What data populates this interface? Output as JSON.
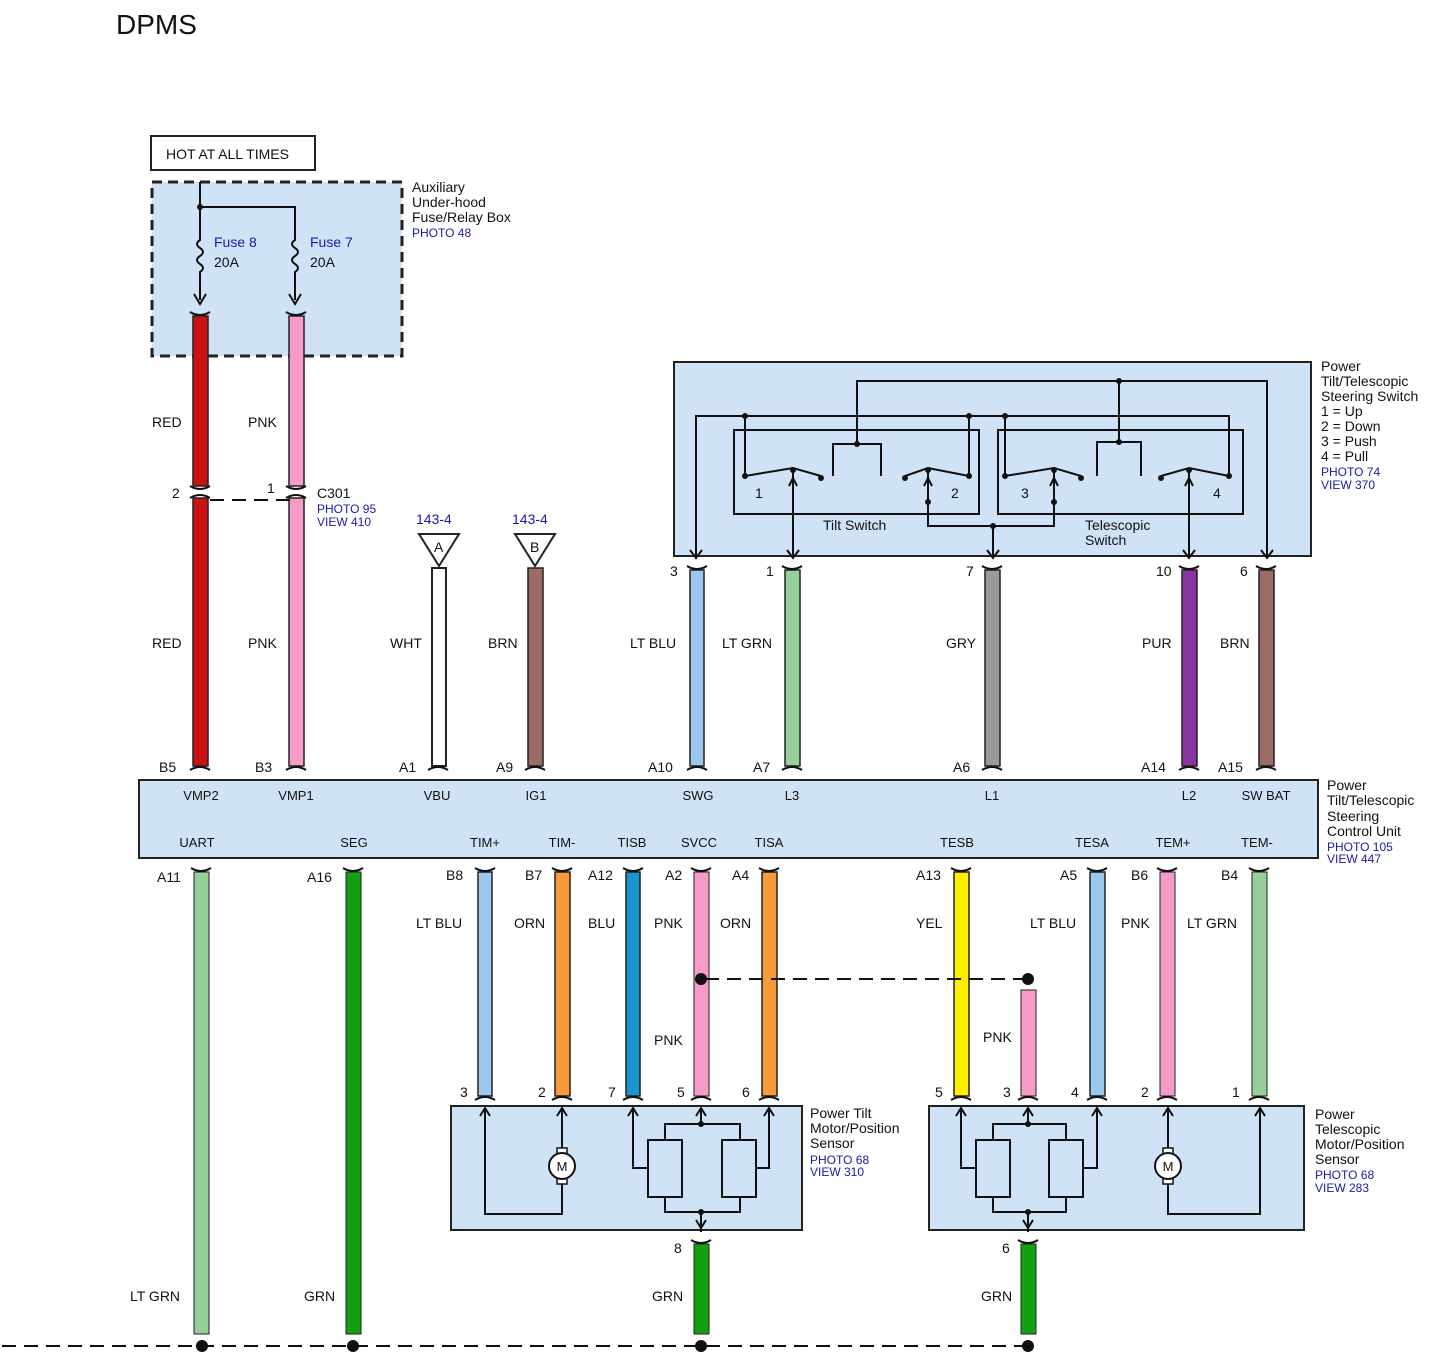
{
  "title": "DPMS",
  "hot_label": "HOT AT ALL TIMES",
  "fuse_box": {
    "lines": [
      "Auxiliary",
      "Under-hood",
      "Fuse/Relay Box"
    ],
    "photo": "PHOTO 48",
    "fuses": [
      {
        "name": "Fuse 8",
        "rating": "20A"
      },
      {
        "name": "Fuse 7",
        "rating": "20A"
      }
    ]
  },
  "connector_c301": {
    "name": "C301",
    "photo": "PHOTO 95",
    "view": "VIEW 410",
    "pins": [
      "2",
      "1"
    ]
  },
  "grounds": [
    {
      "ref": "143-4",
      "letter": "A"
    },
    {
      "ref": "143-4",
      "letter": "B"
    }
  ],
  "steering_switch": {
    "lines": [
      "Power",
      "Tilt/Telescopic",
      "Steering Switch",
      "1 = Up",
      "2 = Down",
      "3 = Push",
      "4 = Pull"
    ],
    "photo": "PHOTO 74",
    "view": "VIEW 370",
    "tilt_label": "Tilt Switch",
    "tele_label_1": "Telescopic",
    "tele_label_2": "Switch",
    "positions": [
      "1",
      "2",
      "3",
      "4"
    ]
  },
  "control_unit": {
    "lines": [
      "Power",
      "Tilt/Telescopic",
      "Steering",
      "Control Unit"
    ],
    "photo": "PHOTO 105",
    "view": "VIEW 447",
    "top_terminals": [
      "VMP2",
      "VMP1",
      "VBU",
      "IG1",
      "SWG",
      "L3",
      "L1",
      "L2",
      "SW BAT"
    ],
    "bottom_terminals": [
      "UART",
      "SEG",
      "TIM+",
      "TIM-",
      "TISB",
      "SVCC",
      "TISA",
      "TESB",
      "TESA",
      "TEM+",
      "TEM-"
    ]
  },
  "top_wires": [
    {
      "color_label": "RED",
      "cu_pin": "B5",
      "color": "#cc1111"
    },
    {
      "color_label": "PNK",
      "cu_pin": "B3",
      "color": "#f79cc8"
    },
    {
      "color_label": "WHT",
      "cu_pin": "A1",
      "color": "#ffffff"
    },
    {
      "color_label": "BRN",
      "cu_pin": "A9",
      "color": "#9b6b66"
    },
    {
      "color_label": "LT BLU",
      "cu_pin": "A10",
      "sw_pin": "3",
      "color": "#9cc8ee"
    },
    {
      "color_label": "LT GRN",
      "cu_pin": "A7",
      "sw_pin": "1",
      "color": "#97cf98"
    },
    {
      "color_label": "GRY",
      "cu_pin": "A6",
      "sw_pin": "7",
      "color": "#999999"
    },
    {
      "color_label": "PUR",
      "cu_pin": "A14",
      "sw_pin": "10",
      "color": "#8a32a0"
    },
    {
      "color_label": "BRN",
      "cu_pin": "A15",
      "sw_pin": "6",
      "color": "#9b6b66"
    }
  ],
  "red_upper_label": "RED",
  "pnk_upper_label": "PNK",
  "bottom_wires": [
    {
      "color_label": "LT GRN",
      "cu_pin": "A11",
      "color": "#97cf98"
    },
    {
      "color_label": "GRN",
      "cu_pin": "A16",
      "color": "#13a013"
    },
    {
      "color_label": "LT BLU",
      "cu_pin": "B8",
      "sensor_pin": "3",
      "color": "#9cc8ee"
    },
    {
      "color_label": "ORN",
      "cu_pin": "B7",
      "sensor_pin": "2",
      "color": "#f79a3a"
    },
    {
      "color_label": "BLU",
      "cu_pin": "A12",
      "sensor_pin": "7",
      "color": "#1a96cf"
    },
    {
      "color_label": "PNK",
      "cu_pin": "A2",
      "sensor_pin": "5",
      "color": "#f79cc8"
    },
    {
      "color_label": "ORN",
      "cu_pin": "A4",
      "sensor_pin": "6",
      "color": "#f79a3a"
    },
    {
      "color_label": "YEL",
      "cu_pin": "A13",
      "sensor_pin": "5",
      "color": "#ffee00"
    },
    {
      "color_label": "LT BLU",
      "cu_pin": "A5",
      "sensor_pin": "4",
      "color": "#9cc8ee"
    },
    {
      "color_label": "PNK",
      "cu_pin": "B6",
      "sensor_pin": "2",
      "color": "#f79cc8"
    },
    {
      "color_label": "LT GRN",
      "cu_pin": "B4",
      "sensor_pin": "1",
      "color": "#97cf98"
    }
  ],
  "splice_labels": {
    "tilt_pnk": "PNK",
    "tele_pnk": "PNK",
    "tele_pnk_pin": "3"
  },
  "tilt_sensor": {
    "lines": [
      "Power Tilt",
      "Motor/Position",
      "Sensor"
    ],
    "photo": "PHOTO 68",
    "view": "VIEW 310",
    "ground_pin": "8",
    "ground_label": "GRN"
  },
  "tele_sensor": {
    "lines": [
      "Power",
      "Telescopic",
      "Motor/Position",
      "Sensor"
    ],
    "photo": "PHOTO 68",
    "view": "VIEW 283",
    "ground_pin": "6",
    "ground_label": "GRN"
  },
  "motor_symbol": "M",
  "bottom_labels": [
    "LT GRN",
    "GRN"
  ],
  "colors": {
    "box_fill": "#cfe2f6",
    "link_blue": "#1a1aa8",
    "grn": "#13a013"
  }
}
